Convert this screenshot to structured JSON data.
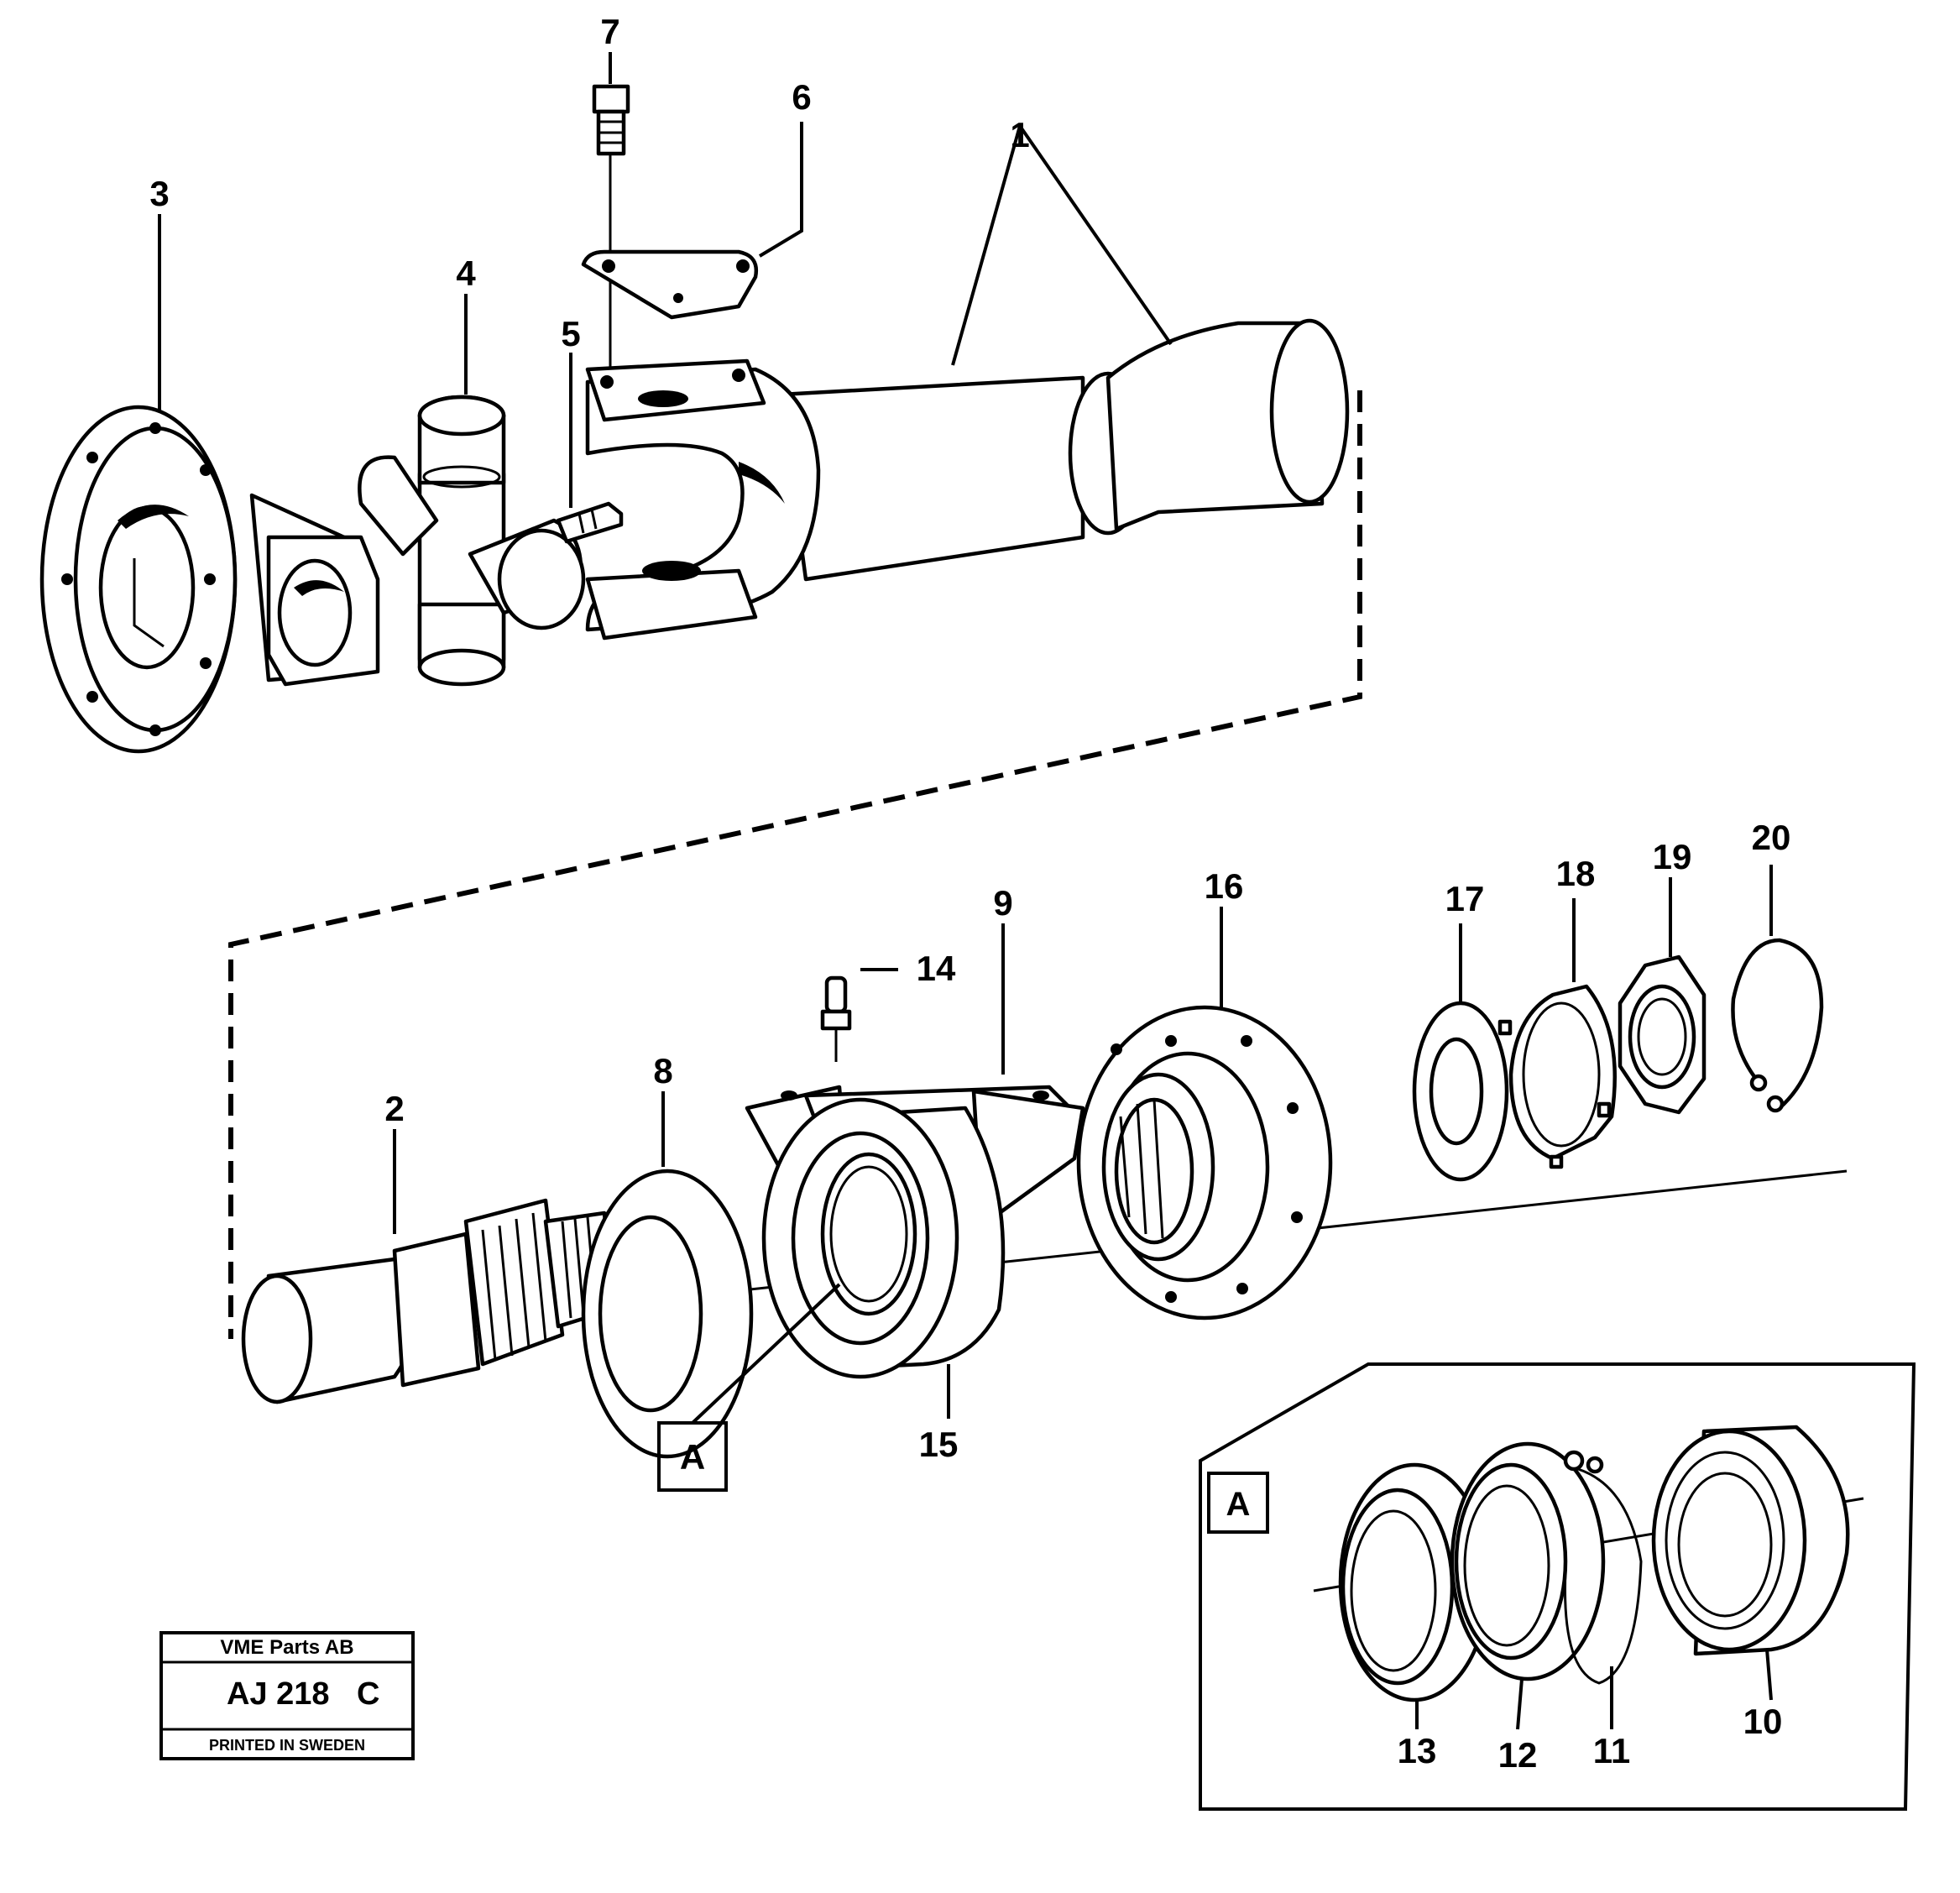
{
  "callouts": {
    "c1": "1",
    "c2": "2",
    "c3": "3",
    "c4": "4",
    "c5": "5",
    "c6": "6",
    "c7": "7",
    "c8": "8",
    "c9": "9",
    "c10": "10",
    "c11": "11",
    "c12": "12",
    "c13": "13",
    "c14": "14",
    "c15": "15",
    "c16": "16",
    "c17": "17",
    "c18": "18",
    "c19": "19",
    "c20": "20"
  },
  "detail_ref": {
    "marker": "A",
    "inset_marker": "A"
  },
  "title_block": {
    "company": "VME Parts AB",
    "drawing_number": "AJ 218",
    "revision": "C",
    "printed": "PRINTED IN SWEDEN"
  }
}
